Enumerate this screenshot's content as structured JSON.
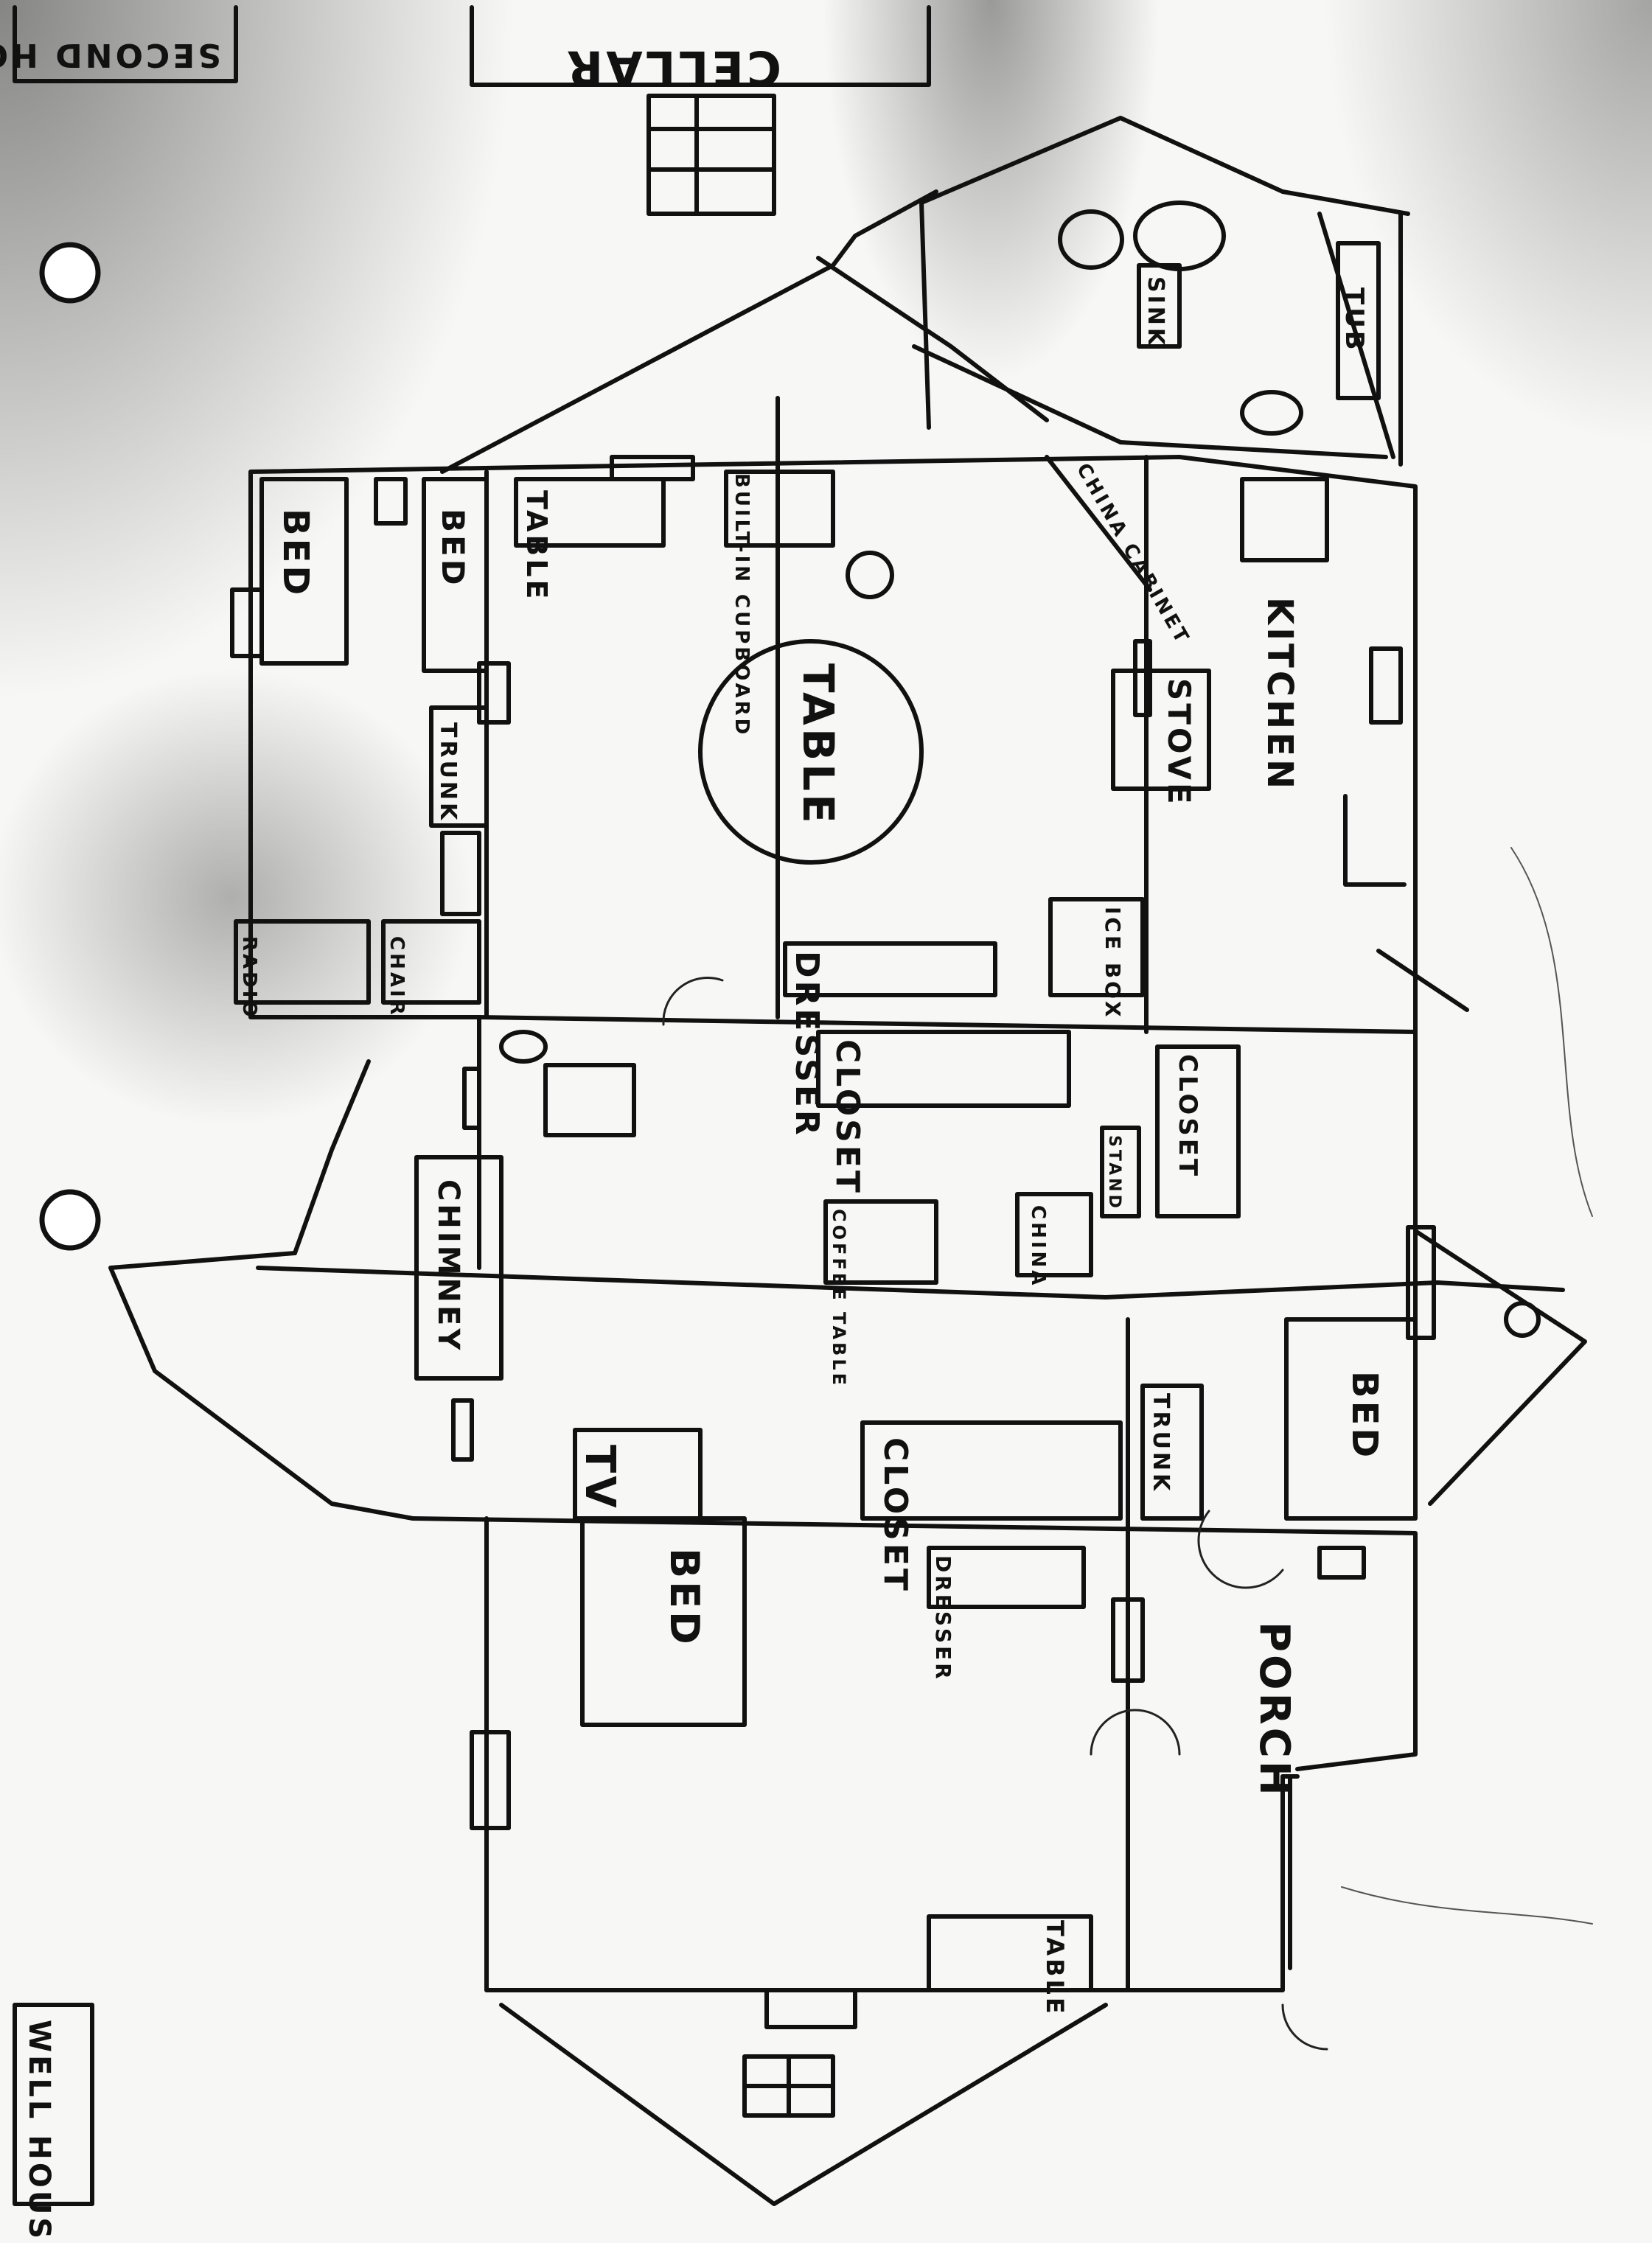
{
  "labels": {
    "second_house": "SECOND HOUSE",
    "cellar": "CELLAR",
    "well_house": "WELL HOUSE",
    "sink": "SINK",
    "tub": "TUB",
    "table_small": "TABLE",
    "built_in_cupboard": "BUILT-IN CUPBOARD",
    "china_cabinet": "CHINA CABINET",
    "bed_1": "BED",
    "bed_2": "BED",
    "trunk_1": "TRUNK",
    "table_round": "TABLE",
    "stove": "STOVE",
    "kitchen": "KITCHEN",
    "dresser": "DRESSER",
    "ice_box": "ICE BOX",
    "closet_1": "CLOSET",
    "closet_2": "CLOSET",
    "stand": "STAND",
    "china": "CHINA",
    "coffee_table": "COFFEE TABLE",
    "chimney": "CHIMNEY",
    "bed_3": "BED",
    "trunk_2": "TRUNK",
    "closet_3": "CLOSET",
    "tv": "TV",
    "dresser_2": "DRESSER",
    "bed_4": "BED",
    "porch": "PORCH",
    "table_porch": "TABLE",
    "radio": "RADIO",
    "chair": "CHAIR"
  }
}
